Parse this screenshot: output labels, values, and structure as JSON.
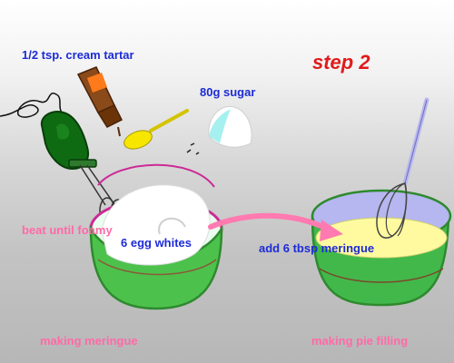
{
  "scene": {
    "step_title": "step 2",
    "labels": {
      "cream_tartar": "1/2 tsp. cream tartar",
      "sugar": "80g sugar",
      "egg_whites": "6 egg whites",
      "beat": "beat until foamy",
      "add_meringue": "add 6 tbsp meringue",
      "making_meringue": "making meringue",
      "making_pie_filling": "making pie filling"
    },
    "icons": [
      "hand-mixer-icon",
      "cream-tartar-bottle-icon",
      "measuring-spoon-icon",
      "sugar-pile-icon",
      "whisk-icon"
    ],
    "colors": {
      "label_blue": "#1c2bd6",
      "label_pink": "#ff6aa8",
      "step_red": "#e11a1a",
      "bowl_green": "#4cc24c",
      "filling_yellow": "#fffaa0",
      "arrow_pink": "#ff7ab0"
    }
  }
}
